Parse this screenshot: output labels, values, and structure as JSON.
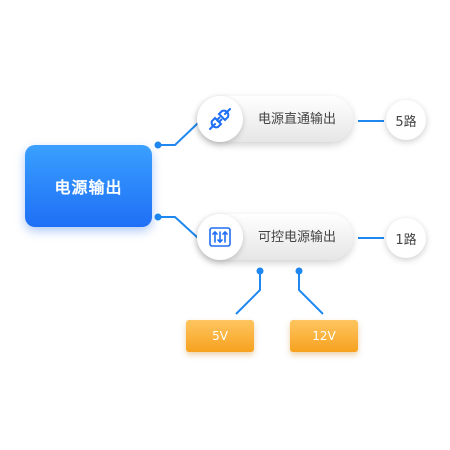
{
  "root": {
    "label": "电源输出"
  },
  "branches": [
    {
      "label": "电源直通输出",
      "count": "5路",
      "icon": "plug-icon"
    },
    {
      "label": "可控电源输出",
      "count": "1路",
      "icon": "adjust-icon"
    }
  ],
  "voltages": [
    {
      "label": "5V"
    },
    {
      "label": "12V"
    }
  ],
  "colors": {
    "accent": "#1e88f0",
    "root_top": "#3aa0ff",
    "root_bottom": "#1e6ff5",
    "voltage": "#f6a21f"
  }
}
